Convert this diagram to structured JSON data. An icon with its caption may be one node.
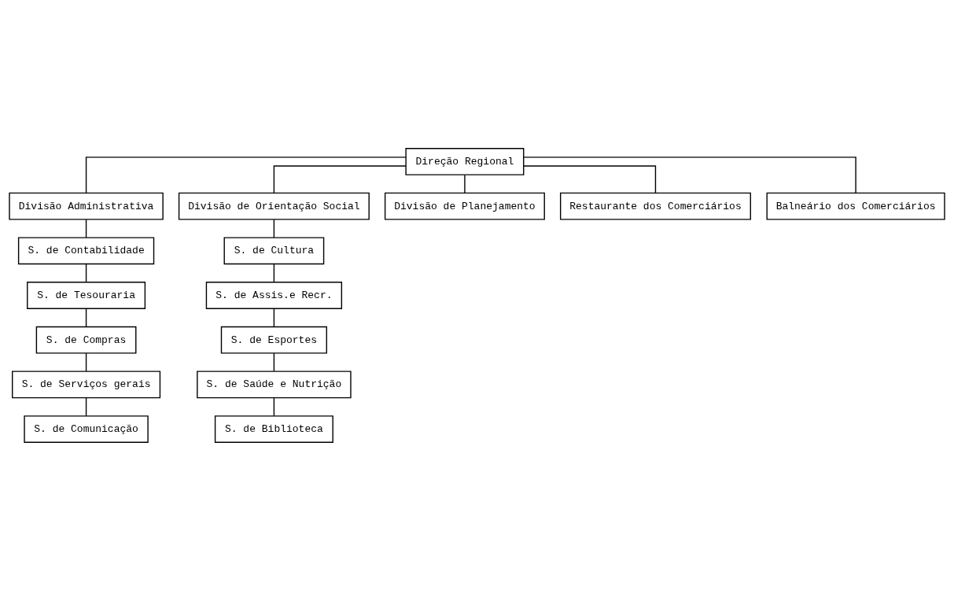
{
  "diagram": {
    "nodes": [
      {
        "text": [
          "Direção Regional"
        ]
      },
      {
        "text": [
          "Divisão Administrativa"
        ]
      },
      {
        "text": [
          "Divisão de Orientação Social"
        ]
      },
      {
        "text": [
          "Divisão de Planejamento"
        ]
      },
      {
        "text": [
          "S. de Contabilidade"
        ]
      },
      {
        "text": [
          "S. de Tesouraria"
        ]
      },
      {
        "text": [
          "S. de Compras"
        ]
      },
      {
        "text": [
          "S. de Serviços gerais"
        ]
      },
      {
        "text": [
          "S. de Comunicação"
        ]
      },
      {
        "text": [
          "S. de Cultura"
        ]
      },
      {
        "text": [
          "S. de Assis.e Recr."
        ]
      },
      {
        "text": [
          "S. de Esportes"
        ]
      },
      {
        "text": [
          "S. de Saúde e Nutrição"
        ]
      },
      {
        "text": [
          "S. de Biblioteca"
        ]
      },
      {
        "text": [
          "Restaurante dos Comerciários"
        ]
      },
      {
        "text": [
          "Balneário dos Comerciários"
        ]
      }
    ],
    "edges": [
      {
        "from": 0,
        "to": 1,
        "arrow": "none"
      },
      {
        "from": 0,
        "to": 14,
        "arrow": "none"
      },
      {
        "from": 0,
        "to": 2,
        "arrow": "none"
      },
      {
        "from": 0,
        "to": 15,
        "arrow": "none"
      },
      {
        "from": 0,
        "to": 3,
        "arrow": "none"
      },
      {
        "from": 1,
        "to": 4,
        "arrow": "none"
      },
      {
        "from": 4,
        "to": 5,
        "arrow": "none"
      },
      {
        "from": 5,
        "to": 6,
        "arrow": "none"
      },
      {
        "from": 6,
        "to": 7,
        "arrow": "none"
      },
      {
        "from": 7,
        "to": 8,
        "arrow": "none"
      },
      {
        "from": 2,
        "to": 9,
        "arrow": "none"
      },
      {
        "from": 9,
        "to": 10,
        "arrow": "none"
      },
      {
        "from": 10,
        "to": 11,
        "arrow": "none"
      },
      {
        "from": 11,
        "to": 12,
        "arrow": "none"
      },
      {
        "from": 12,
        "to": 13,
        "arrow": "none"
      }
    ]
  }
}
